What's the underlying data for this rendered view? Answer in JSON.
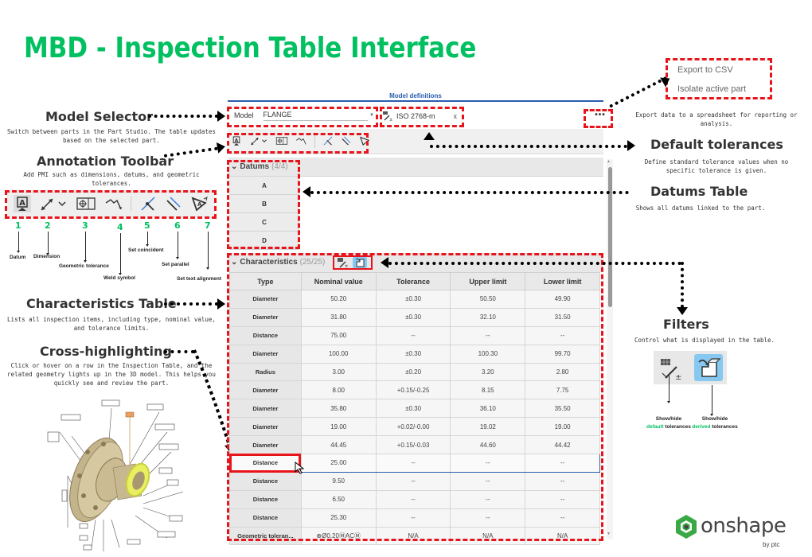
{
  "page_title": "MBD - Inspection Table Interface",
  "callouts": {
    "model_selector": {
      "heading": "Model Selector",
      "desc": "Switch between parts in the Part Studio. The table updates based on the selected part."
    },
    "annotation_toolbar": {
      "heading": "Annotation Toolbar",
      "desc": "Add PMI such as dimensions, datums, and geometric tolerances."
    },
    "characteristics_table": {
      "heading": "Characteristics Table",
      "desc": "Lists all inspection items, including type, nominal value, and tolerance limits."
    },
    "cross_highlighting": {
      "heading": "Cross-highlighting",
      "desc": "Click or hover on a row in the Inspection Table, and the related geometry lights up in the 3D model. This helps you quickly see and review the part."
    },
    "export": {
      "desc": "Export data to a spreadsheet for reporting or analysis."
    },
    "default_tolerances": {
      "heading": "Default tolerances",
      "desc": "Define standard tolerance values when no specific tolerance is given."
    },
    "datums_table": {
      "heading": "Datums Table",
      "desc": "Shows all datums linked to the part."
    },
    "filters": {
      "heading": "Filters",
      "desc": "Control what is displayed in the table."
    }
  },
  "toolbar_legend": [
    {
      "num": "1",
      "label": "Datum",
      "icon": "datum-icon"
    },
    {
      "num": "2",
      "label": "Dimension",
      "icon": "dimension-icon"
    },
    {
      "num": "3",
      "label": "Geometric tolerance",
      "icon": "geometric-tolerance-icon"
    },
    {
      "num": "4",
      "label": "Weld symbol",
      "icon": "weld-symbol-icon"
    },
    {
      "num": "5",
      "label": "Set coincident",
      "icon": "coincident-icon"
    },
    {
      "num": "6",
      "label": "Set parallel",
      "icon": "parallel-icon"
    },
    {
      "num": "7",
      "label": "Set text alignment",
      "icon": "text-alignment-icon"
    }
  ],
  "filters_legend": {
    "default": {
      "prefix": "Show/hide",
      "accent": "default",
      "suffix": "tolerances"
    },
    "derived": {
      "prefix": "Show/hide",
      "accent": "derived",
      "suffix": "tolerances"
    }
  },
  "more_menu": {
    "items": [
      "Export to CSV",
      "Isolate active part"
    ]
  },
  "panel": {
    "title": "Model definitions",
    "model_label": "Model",
    "model_value": "FLANGE",
    "default_tolerance": "ISO 2768-m",
    "clear_label": "x",
    "more_label": "•••",
    "datums": {
      "label": "Datums",
      "count": "(4/4)",
      "items": [
        "A",
        "B",
        "C",
        "D"
      ]
    },
    "characteristics": {
      "label": "Characteristics",
      "count": "(25/25)",
      "columns": [
        "Type",
        "Nominal value",
        "Tolerance",
        "Upper limit",
        "Lower limit"
      ],
      "rows": [
        [
          "Diameter",
          "50.20",
          "±0.30",
          "50.50",
          "49.90"
        ],
        [
          "Diameter",
          "31.80",
          "±0.30",
          "32.10",
          "31.50"
        ],
        [
          "Distance",
          "75.00",
          "--",
          "--",
          "--"
        ],
        [
          "Diameter",
          "100.00",
          "±0.30",
          "100.30",
          "99.70"
        ],
        [
          "Radius",
          "3.00",
          "±0.20",
          "3.20",
          "2.80"
        ],
        [
          "Diameter",
          "8.00",
          "+0.15/-0.25",
          "8.15",
          "7.75"
        ],
        [
          "Diameter",
          "35.80",
          "±0.30",
          "36.10",
          "35.50"
        ],
        [
          "Diameter",
          "19.00",
          "+0.02/-0.00",
          "19.02",
          "19.00"
        ],
        [
          "Diameter",
          "44.45",
          "+0.15/-0.03",
          "44.60",
          "44.42"
        ],
        [
          "Distance",
          "25.00",
          "--",
          "--",
          "--"
        ],
        [
          "Distance",
          "9.50",
          "--",
          "--",
          "--"
        ],
        [
          "Distance",
          "6.50",
          "--",
          "--",
          "--"
        ],
        [
          "Distance",
          "25.30",
          "--",
          "--",
          "--"
        ],
        [
          "Geometric toleran...",
          "⊕Ø0.20ⓂACⓂ",
          "N/A",
          "N/A",
          "N/A"
        ]
      ],
      "selected_row": 9
    }
  },
  "logo": {
    "name": "onshape",
    "sub": "by ptc"
  },
  "colors": {
    "accent_green": "#00c060",
    "callout_red": "#e8141b",
    "ui_blue": "#2a5db0",
    "filter_active": "#87c8f0"
  }
}
